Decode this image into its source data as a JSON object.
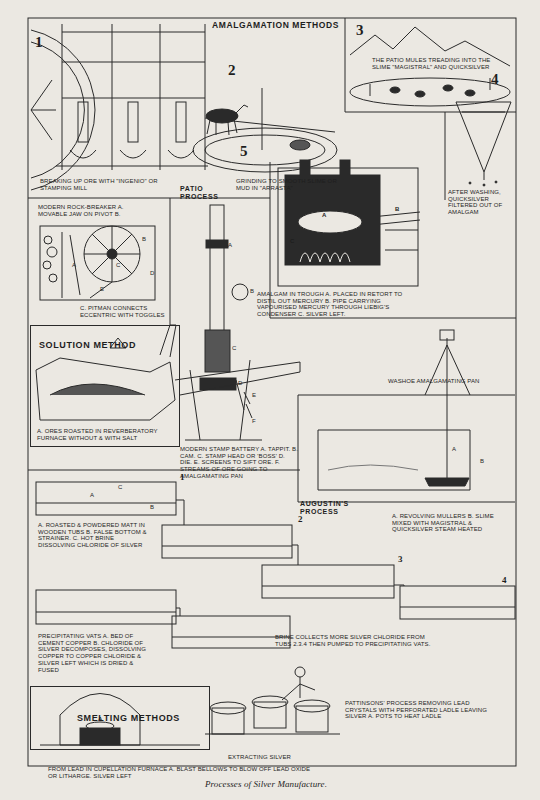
{
  "diagram": {
    "title": "AMALGAMATION METHODS",
    "caption": "Processes of Silver Manufacture.",
    "nodes": [
      {
        "text": [
          "SOLUTION METHOD",
          "A. ORES ROASTED IN REVERBERATORY FURNACE WITHOUT & WITH SALT"
        ]
      },
      {
        "text": [
          "SMELTING METHODS"
        ]
      }
    ],
    "labels": [
      "1",
      "BREAKING UP ORE WITH \"INGENIO\" OR STAMPING MILL",
      "2",
      "PATIO PROCESS",
      "GRINDING TO SMOOTH SLIME OR MUD IN \"ARRASTA\"",
      "3",
      "THE PATIO MULES TREADING INTO THE SLIME \"MAGISTRAL\" AND QUICKSILVER",
      "4",
      "AFTER WASHING, QUICKSILVER FILTERED OUT OF AMALGAM",
      "5",
      "AMALGAM IN TROUGH A. PLACED IN RETORT TO DISTIL OUT MERCURY B. PIPE CARRYING VAPOURISED MERCURY THROUGH LIEBIG'S CONDENSER C. SILVER LEFT.",
      "MODERN ROCK-BREAKER A. MOVABLE JAW ON PIVOT B.",
      "C. PITMAN CONNECTS ECCENTRIC WITH TOGGLES",
      "A",
      "B",
      "C",
      "D",
      "E",
      "MODERN STAMP BATTERY A. TAPPIT. B. CAM. C. STAMP HEAD OR 'BOSS' D. DIE. E. SCREENS TO SIFT ORE. F. STREAMS OF ORE GOING TO AMALGAMATING PAN",
      "A",
      "B",
      "C",
      "D",
      "E",
      "F",
      "A",
      "B",
      "C",
      "WASHOE AMALGAMATING PAN",
      "A",
      "B",
      "A. REVOLVING MULLERS B. SLIME MIXED WITH MAGISTRAL & QUICKSILVER STEAM HEATED",
      "AUGUSTIN'S PROCESS",
      "1",
      "2",
      "3",
      "4",
      "A",
      "B",
      "C",
      "A. ROASTED & POWDERED MATT IN WOODEN TUBS B. FALSE BOTTOM & STRAINER. C. HOT BRINE DISSOLVING CHLORIDE OF SILVER",
      "PRECIPITATING VATS A. BED OF CEMENT COPPER B. CHLORIDE OF SILVER DECOMPOSES, DISSOLVING COPPER TO COPPER CHLORIDE & SILVER LEFT WHICH IS DRIED & FUSED",
      "BRINE COLLECTS MORE SILVER CHLORIDE FROM TUBS 2.3.4 THEN PUMPED TO PRECIPITATING VATS.",
      "PATTINSONS' PROCESS REMOVING LEAD CRYSTALS WITH PERFORATED LADLE LEAVING SILVER A. POTS TO HEAT LADLE",
      "EXTRACTING SILVER",
      "FROM LEAD IN CUPELLATION FURNACE A. BLAST BELLOWS TO BLOW OFF LEAD OXIDE OR LITHARGE. SILVER LEFT",
      "A"
    ]
  }
}
